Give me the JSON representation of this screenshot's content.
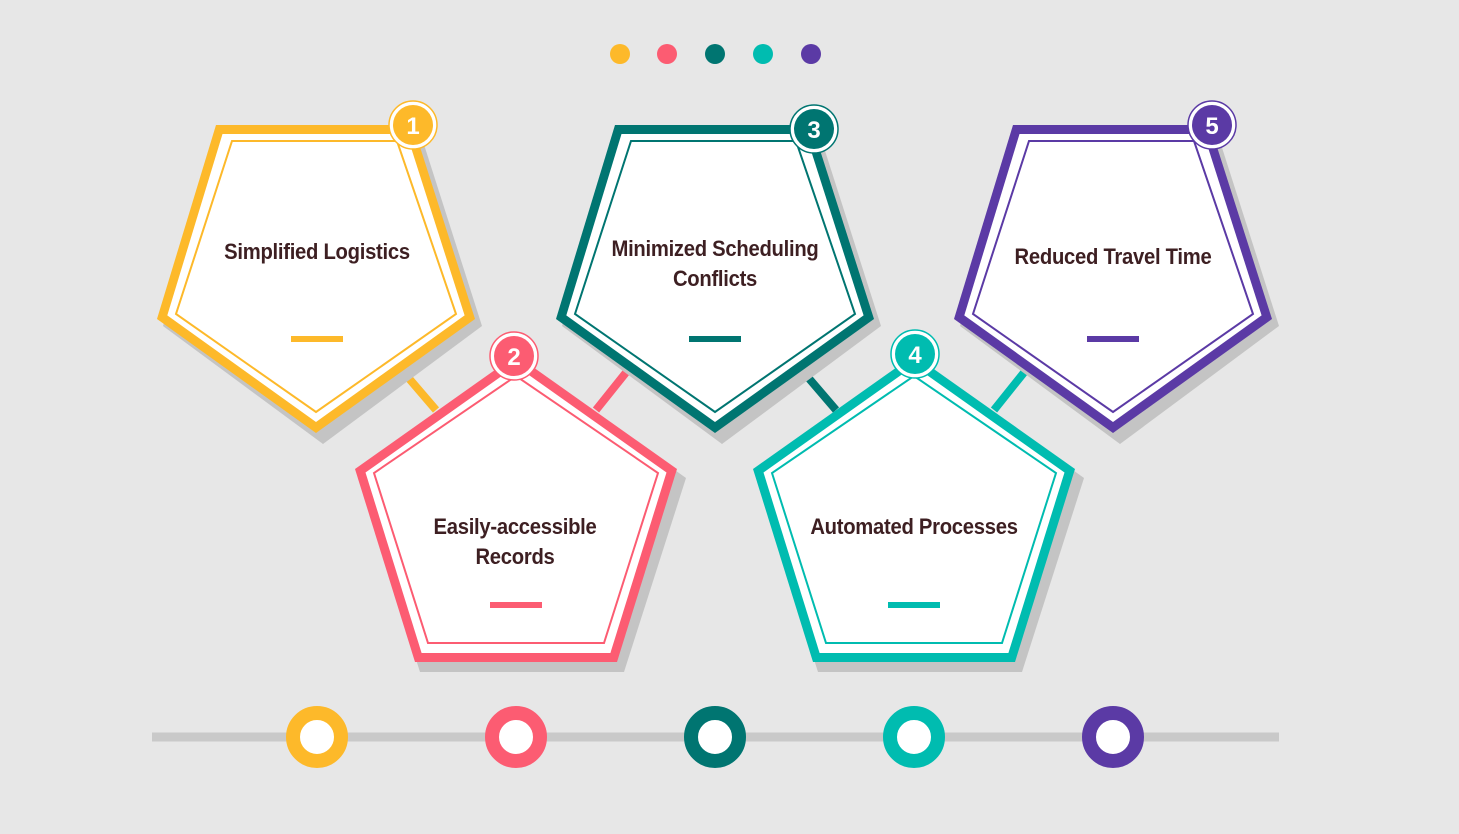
{
  "colors": {
    "background": "#e7e7e7",
    "text": "#3d1f22",
    "track": "#c9c9c9",
    "shadow": "#c4c4c4"
  },
  "indicator_dots": [
    "#fdb92a",
    "#fc5c72",
    "#007571",
    "#00bcb0",
    "#5b3aa5"
  ],
  "steps": [
    {
      "number": "1",
      "label": "Simplified Logistics",
      "color": "#fdb92a"
    },
    {
      "number": "2",
      "label": "Easily-accessible Records",
      "color": "#fc5c72"
    },
    {
      "number": "3",
      "label": "Minimized Scheduling Conflicts",
      "color": "#007571"
    },
    {
      "number": "4",
      "label": "Automated Processes",
      "color": "#00bcb0"
    },
    {
      "number": "5",
      "label": "Reduced Travel Time",
      "color": "#5b3aa5"
    }
  ]
}
